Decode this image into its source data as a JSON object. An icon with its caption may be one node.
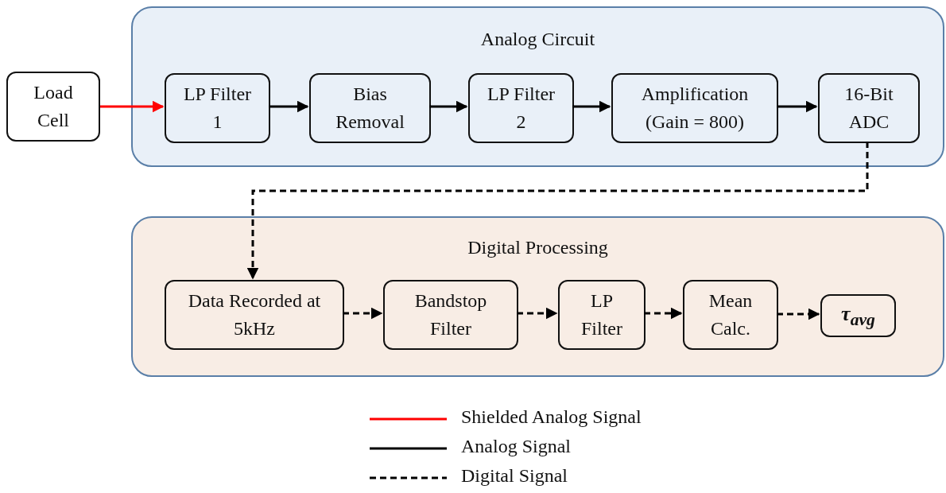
{
  "diagram": {
    "nodes": [
      {
        "text": [
          "Analog Circuit"
        ]
      },
      {
        "text": [
          "Load Cell"
        ]
      },
      {
        "text": [
          "LP Filter 1"
        ],
        "in": 0
      },
      {
        "text": [
          "Bias Removal"
        ],
        "in": 0
      },
      {
        "text": [
          "LP Filter 2"
        ],
        "in": 0
      },
      {
        "text": [
          "Amplification (Gain = 800)"
        ],
        "in": 0
      },
      {
        "text": [
          "16-Bit ADC"
        ],
        "in": 0
      },
      {
        "text": [
          "Digital Processing"
        ]
      },
      {
        "text": [
          "Data Recorded at 5kHz"
        ],
        "in": 7
      },
      {
        "text": [
          "Bandstop Filter"
        ],
        "in": 7
      },
      {
        "text": [
          "LP Filter"
        ],
        "in": 7
      },
      {
        "text": [
          "Mean Calc."
        ],
        "in": 7
      },
      {
        "text": [
          "τ$_{avg}$"
        ],
        "in": 7
      }
    ],
    "edges": [
      {
        "from": 1,
        "to": 2,
        "arrow": "to",
        "color": "#ff0000"
      },
      {
        "from": 2,
        "to": 3,
        "arrow": "to"
      },
      {
        "from": 3,
        "to": 4,
        "arrow": "to"
      },
      {
        "from": 4,
        "to": 5,
        "arrow": "to"
      },
      {
        "from": 5,
        "to": 6,
        "arrow": "to"
      },
      {
        "from": 6,
        "to": 8,
        "arrow": "to",
        "style": "dashed"
      },
      {
        "from": 8,
        "to": 9,
        "arrow": "to",
        "style": "dashed"
      },
      {
        "from": 9,
        "to": 10,
        "arrow": "to",
        "style": "dashed"
      },
      {
        "from": 10,
        "to": 11,
        "arrow": "to",
        "style": "dashed"
      },
      {
        "from": 11,
        "to": 12,
        "arrow": "to",
        "style": "dashed"
      }
    ],
    "legend": [
      {
        "text": "Shielded Analog Signal"
      },
      {
        "text": "Analog Signal"
      },
      {
        "text": "Digital Signal"
      }
    ]
  }
}
